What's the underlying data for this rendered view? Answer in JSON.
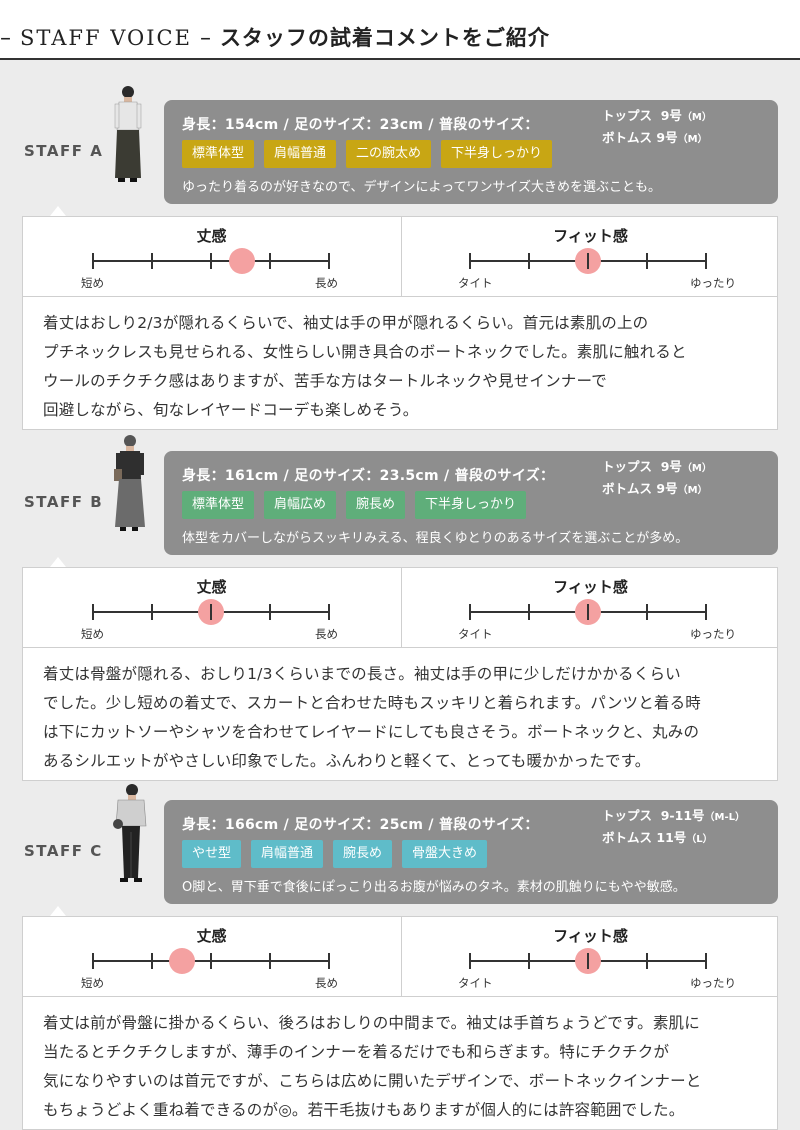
{
  "header": {
    "dash_left": "–",
    "title_en": "STAFF VOICE",
    "dash_mid": "–",
    "title_jp": "スタッフの試着コメントをご紹介"
  },
  "scale_labels": {
    "length_title": "丈感",
    "length_left": "短め",
    "length_right": "長め",
    "fit_title": "フィット感",
    "fit_left": "タイト",
    "fit_right": "ゆったり"
  },
  "staff": [
    {
      "label": "STAFF A",
      "stats": "身長：154cm / 足のサイズ：23cm / 普段のサイズ：",
      "tops_label": "トップス",
      "tops_size": "9号",
      "tops_size_note": "（M）",
      "bottoms_label": "ボトムス",
      "bottoms_size": "9号",
      "bottoms_size_note": "（M）",
      "tag_color": "#c8a614",
      "tags": [
        "標準体型",
        "肩幅普通",
        "二の腕太め",
        "下半身しっかり"
      ],
      "desc": "ゆったり着るのが好きなので、デザインによってワンサイズ大きめを選ぶことも。",
      "length_value": 0.63,
      "fit_value": 0.5,
      "comment": [
        "着丈はおしり2/3が隠れるくらいで、袖丈は手の甲が隠れるくらい。首元は素肌の上の",
        "プチネックレスも見せられる、女性らしい開き具合のボートネックでした。素肌に触れると",
        "ウールのチクチク感はありますが、苦手な方はタートルネックや見せインナーで",
        "回避しながら、旬なレイヤードコーデも楽しめそう。"
      ]
    },
    {
      "label": "STAFF B",
      "stats": "身長：161cm / 足のサイズ：23.5cm / 普段のサイズ：",
      "tops_label": "トップス",
      "tops_size": "9号",
      "tops_size_note": "（M）",
      "bottoms_label": "ボトムス",
      "bottoms_size": "9号",
      "bottoms_size_note": "（M）",
      "tag_color": "#5fae7a",
      "tags": [
        "標準体型",
        "肩幅広め",
        "腕長め",
        "下半身しっかり"
      ],
      "desc": "体型をカバーしながらスッキリみえる、程良くゆとりのあるサイズを選ぶことが多め。",
      "length_value": 0.5,
      "fit_value": 0.5,
      "comment": [
        "着丈は骨盤が隠れる、おしり1/3くらいまでの長さ。袖丈は手の甲に少しだけかかるくらい",
        "でした。少し短めの着丈で、スカートと合わせた時もスッキリと着られます。パンツと着る時",
        "は下にカットソーやシャツを合わせてレイヤードにしても良さそう。ボートネックと、丸みの",
        "あるシルエットがやさしい印象でした。ふんわりと軽くて、とっても暖かかったです。"
      ]
    },
    {
      "label": "STAFF C",
      "stats": "身長：166cm / 足のサイズ：25cm / 普段のサイズ：",
      "tops_label": "トップス",
      "tops_size": "9-11号",
      "tops_size_note": "（M-L）",
      "bottoms_label": "ボトムス",
      "bottoms_size": "11号",
      "bottoms_size_note": "（L）",
      "tag_color": "#5fbcc9",
      "tags": [
        "やせ型",
        "肩幅普通",
        "腕長め",
        "骨盤大きめ"
      ],
      "desc": "O脚と、胃下垂で食後にぽっこり出るお腹が悩みのタネ。素材の肌触りにもやや敏感。",
      "length_value": 0.375,
      "fit_value": 0.5,
      "comment": [
        "着丈は前が骨盤に掛かるくらい、後ろはおしりの中間まで。袖丈は手首ちょうどです。素肌に",
        "当たるとチクチクしますが、薄手のインナーを着るだけでも和らぎます。特にチクチクが",
        "気になりやすいのは首元ですが、こちらは広めに開いたデザインで、ボートネックインナーと",
        "もちょうどよく重ね着できるのが◎。若干毛抜けもありますが個人的には許容範囲でした。"
      ]
    }
  ]
}
